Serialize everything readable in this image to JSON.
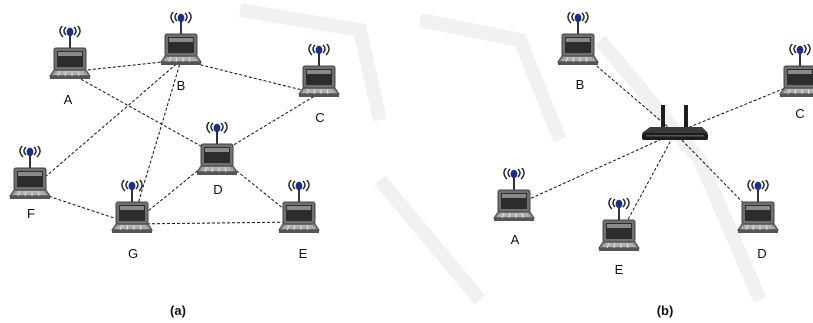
{
  "panels": [
    {
      "id": "a",
      "caption": "(a)",
      "nodes": [
        {
          "id": "A",
          "label": "A"
        },
        {
          "id": "B",
          "label": "B"
        },
        {
          "id": "C",
          "label": "C"
        },
        {
          "id": "D",
          "label": "D"
        },
        {
          "id": "E",
          "label": "E"
        },
        {
          "id": "F",
          "label": "F"
        },
        {
          "id": "G",
          "label": "G"
        }
      ],
      "links": [
        [
          "A",
          "B"
        ],
        [
          "A",
          "D"
        ],
        [
          "B",
          "C"
        ],
        [
          "B",
          "G"
        ],
        [
          "C",
          "D"
        ],
        [
          "D",
          "E"
        ],
        [
          "D",
          "G"
        ],
        [
          "G",
          "E"
        ],
        [
          "F",
          "B"
        ],
        [
          "F",
          "G"
        ]
      ]
    },
    {
      "id": "b",
      "caption": "(b)",
      "hub": {
        "icon": "wireless-router-icon"
      },
      "nodes": [
        {
          "id": "A",
          "label": "A"
        },
        {
          "id": "B",
          "label": "B"
        },
        {
          "id": "C",
          "label": "C"
        },
        {
          "id": "D",
          "label": "D"
        },
        {
          "id": "E",
          "label": "E"
        }
      ],
      "links": [
        [
          "R",
          "A"
        ],
        [
          "R",
          "B"
        ],
        [
          "R",
          "C"
        ],
        [
          "R",
          "D"
        ],
        [
          "R",
          "E"
        ]
      ]
    }
  ],
  "icons": {
    "node": "laptop-wireless-icon"
  },
  "colors": {
    "signal": "#1b2f8f",
    "laptop_body": "#707070",
    "screen": "#2c2c2c",
    "router": "#1d1d1d"
  }
}
